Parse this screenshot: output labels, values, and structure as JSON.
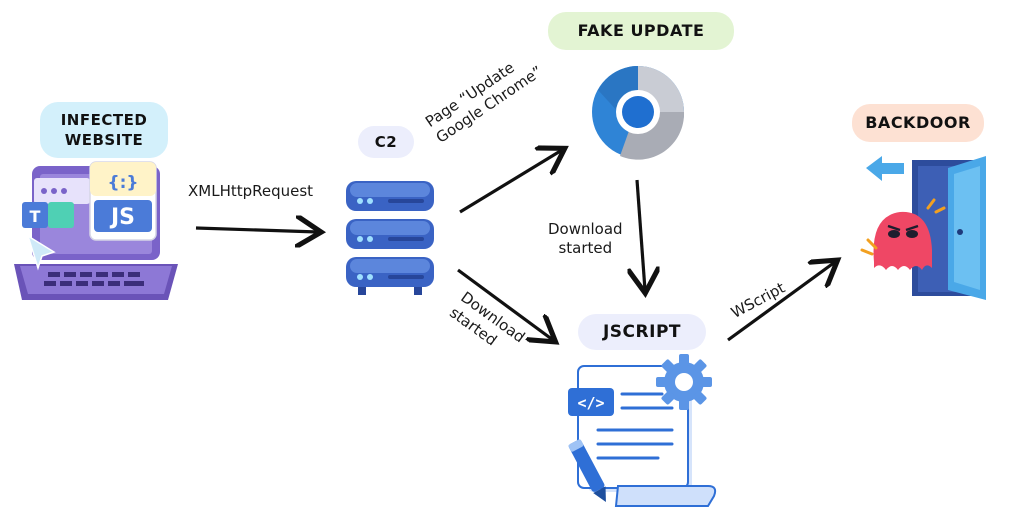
{
  "nodes": {
    "infected_website": {
      "line1": "INFECTED",
      "line2": "WEBSITE",
      "code_badge": "{:}",
      "js_badge": "JS",
      "text_badge": "T"
    },
    "c2": {
      "label": "C2"
    },
    "fake_update": {
      "label": "FAKE UPDATE"
    },
    "jscript": {
      "label": "JSCRIPT",
      "code_badge": "</>"
    },
    "backdoor": {
      "label": "BACKDOOR"
    }
  },
  "edges": {
    "website_to_c2": {
      "label": "XMLHttpRequest"
    },
    "c2_to_fake_update": {
      "line1": "Page “Update",
      "line2": "Google Chrome”"
    },
    "fake_update_to_jscript": {
      "line1": "Download",
      "line2": "started"
    },
    "c2_to_jscript": {
      "line1": "Download",
      "line2": "started"
    },
    "jscript_to_backdoor": {
      "label": "WScript"
    }
  },
  "colors": {
    "infected_pill": "#d3f0fb",
    "c2_pill": "#eceefc",
    "fake_update_pill": "#e3f4d3",
    "jscript_pill": "#eceefc",
    "backdoor_pill": "#fde1d3",
    "arrow": "#111111",
    "laptop": "#7a63c9",
    "server": "#3a63c4",
    "chrome_blue": "#2f84d6",
    "doc_blue": "#2f6fd6",
    "ghost": "#ef4765"
  },
  "icons": [
    "laptop-icon",
    "server-icon",
    "chrome-icon",
    "document-gear-icon",
    "door-ghost-icon"
  ]
}
